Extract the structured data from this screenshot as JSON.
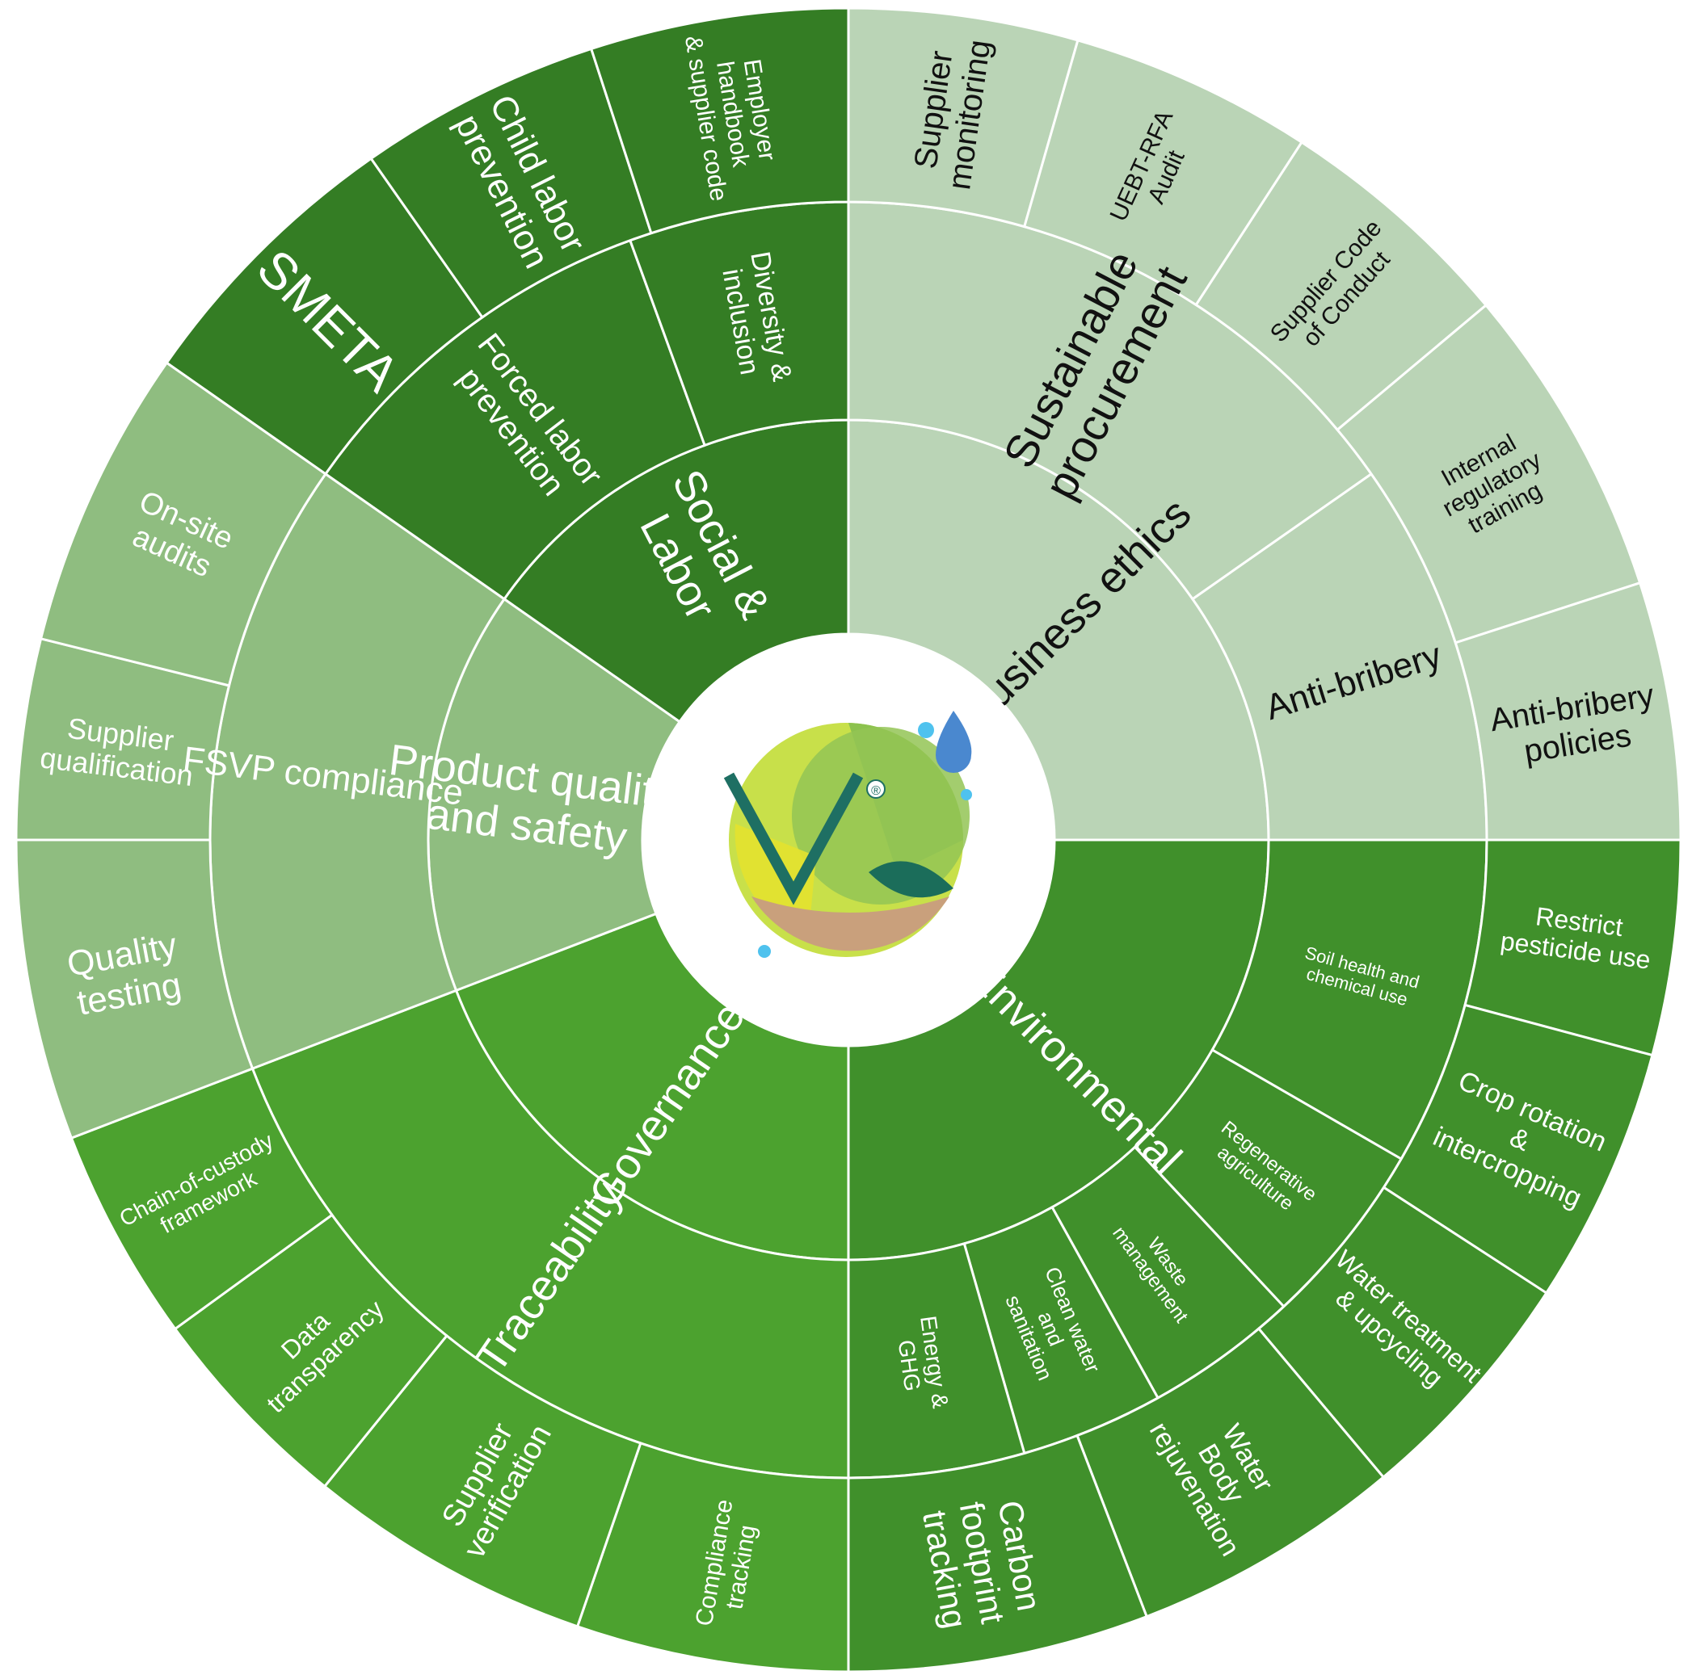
{
  "colors": {
    "social": "#347d24",
    "ethics": "#bad4b6",
    "ethics_text": "#111111",
    "environmental": "#40902b",
    "governance": "#4ca22f",
    "fsvp": "#8fbd80",
    "light_text": "#ffffff"
  },
  "center": {
    "logo_icon": "v-leaf-globe-logo",
    "registered_mark": "®"
  },
  "sectors": [
    {
      "id": "social",
      "label": "Social & Labor",
      "label_lines": [
        "Social &",
        "Labor"
      ],
      "middle": [
        {
          "id": "forced-labor",
          "label_lines": [
            "Forced labor",
            "prevention"
          ]
        },
        {
          "id": "diversity",
          "label_lines": [
            "Diversity &",
            "inclusion"
          ]
        }
      ],
      "outer": [
        {
          "id": "smeta",
          "label_lines": [
            "SMETA"
          ]
        },
        {
          "id": "child-labor",
          "label_lines": [
            "Child labor",
            "prevention"
          ]
        },
        {
          "id": "employer-handbook",
          "label_lines": [
            "Employer",
            "handbook",
            "& supplier code"
          ]
        }
      ]
    },
    {
      "id": "business-ethics",
      "label": "Business ethics",
      "label_lines": [
        "Business ethics"
      ],
      "middle": [
        {
          "id": "sustainable-procurement",
          "label_lines": [
            "Sustainable",
            "procurement"
          ]
        },
        {
          "id": "anti-bribery",
          "label_lines": [
            "Anti-bribery"
          ]
        }
      ],
      "outer": [
        {
          "id": "supplier-monitoring",
          "label_lines": [
            "Supplier",
            "monitoring"
          ]
        },
        {
          "id": "uebt-rfa",
          "label_lines": [
            "UEBT-RFA",
            "Audit"
          ]
        },
        {
          "id": "supplier-code",
          "label_lines": [
            "Supplier Code",
            "of Conduct"
          ]
        },
        {
          "id": "internal-training",
          "label_lines": [
            "Internal",
            "regulatory",
            "training"
          ]
        },
        {
          "id": "anti-bribery-policies",
          "label_lines": [
            "Anti-bribery",
            "policies"
          ]
        }
      ]
    },
    {
      "id": "environmental",
      "label": "Environmental",
      "label_lines": [
        "Environmental"
      ],
      "middle": [
        {
          "id": "soil-health",
          "label_lines": [
            "Soil health and",
            "chemical use"
          ]
        },
        {
          "id": "regenerative",
          "label_lines": [
            "Regenerative",
            "agriculture"
          ]
        },
        {
          "id": "waste",
          "label_lines": [
            "Waste",
            "management"
          ]
        },
        {
          "id": "clean-water",
          "label_lines": [
            "Clean water",
            "and",
            "sanitation"
          ]
        },
        {
          "id": "energy-ghg",
          "label_lines": [
            "Energy &",
            "GHG"
          ]
        }
      ],
      "outer": [
        {
          "id": "restrict-pesticide",
          "label_lines": [
            "Restrict",
            "pesticide use"
          ]
        },
        {
          "id": "crop-rotation",
          "label_lines": [
            "Crop rotation",
            "&",
            "intercropping"
          ]
        },
        {
          "id": "water-treatment",
          "label_lines": [
            "Water treatment",
            "& upcycling"
          ]
        },
        {
          "id": "water-body",
          "label_lines": [
            "Water",
            "Body",
            "rejuvenation"
          ]
        },
        {
          "id": "carbon-footprint",
          "label_lines": [
            "Carbon",
            "footprint",
            "tracking"
          ]
        }
      ]
    },
    {
      "id": "governance",
      "label": "Governance",
      "label_lines": [
        "Governance"
      ],
      "middle": [
        {
          "id": "traceability",
          "label_lines": [
            "Traceability"
          ]
        }
      ],
      "outer": [
        {
          "id": "compliance-tracking",
          "label_lines": [
            "Compliance",
            "tracking"
          ]
        },
        {
          "id": "supplier-verification",
          "label_lines": [
            "Supplier",
            "verification"
          ]
        },
        {
          "id": "data-transparency",
          "label_lines": [
            "Data",
            "transparency"
          ]
        },
        {
          "id": "chain-of-custody",
          "label_lines": [
            "Chain-of-custody",
            "framework"
          ]
        }
      ]
    },
    {
      "id": "product-quality",
      "label": "Product quality and safety",
      "label_lines": [
        "Product quality",
        "and safety"
      ],
      "middle": [
        {
          "id": "fsvp",
          "label_lines": [
            "FSVP compliance"
          ]
        }
      ],
      "outer": [
        {
          "id": "quality-testing",
          "label_lines": [
            "Quality",
            "testing"
          ]
        },
        {
          "id": "supplier-qualification",
          "label_lines": [
            "Supplier",
            "qualification"
          ]
        },
        {
          "id": "on-site-audits",
          "label_lines": [
            "On-site",
            "audits"
          ]
        }
      ]
    }
  ]
}
